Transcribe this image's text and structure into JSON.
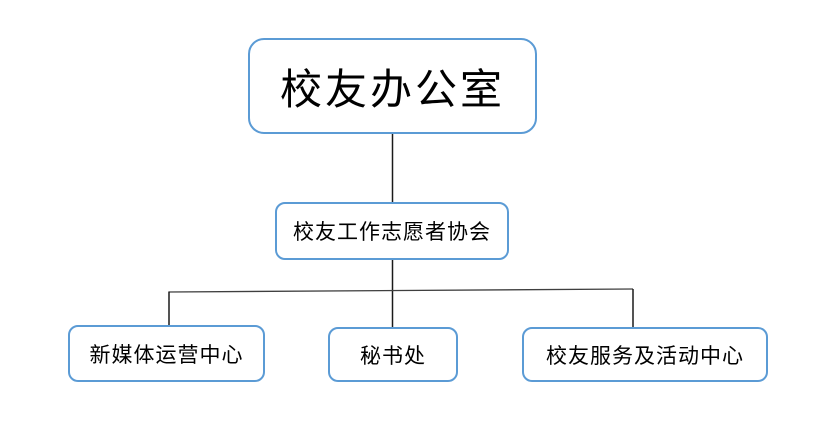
{
  "colors": {
    "box_border": "#5B9BD5",
    "connector": "#1a1a1a",
    "connector_rail": "#3f3f3f",
    "background": "#ffffff",
    "text": "#000000"
  },
  "org": {
    "root": {
      "label": "校友办公室"
    },
    "level2": {
      "label": "校友工作志愿者协会"
    },
    "level3": [
      {
        "label": "新媒体运营中心"
      },
      {
        "label": "秘书处"
      },
      {
        "label": "校友服务及活动中心"
      }
    ]
  },
  "diagram": {
    "type": "org-chart",
    "hierarchy": {
      "校友办公室": {
        "校友工作志愿者协会": [
          "新媒体运营中心",
          "秘书处",
          "校友服务及活动中心"
        ]
      }
    }
  }
}
